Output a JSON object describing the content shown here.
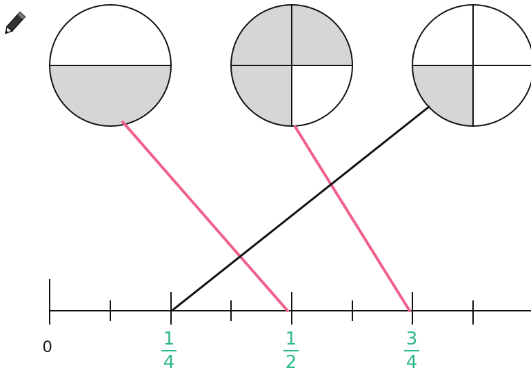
{
  "colors": {
    "shade": "#d6d6d6",
    "outline": "#111111",
    "answer_line_pink": "#f0608a",
    "answer_line_black": "#111111",
    "fraction_text": "#2db88a"
  },
  "icons": {
    "pencil": "pencil-icon"
  },
  "circles": [
    {
      "id": "half",
      "divisions": "halves",
      "shaded_parts": 1,
      "total_parts": 2
    },
    {
      "id": "three-quarters",
      "divisions": "quarters",
      "shaded_parts": 3,
      "total_parts": 4
    },
    {
      "id": "one-quarter",
      "divisions": "quarters",
      "shaded_parts": 1,
      "total_parts": 4
    }
  ],
  "number_line": {
    "start_label": "0",
    "fraction_labels": [
      {
        "numerator": "1",
        "denominator": "4"
      },
      {
        "numerator": "1",
        "denominator": "2"
      },
      {
        "numerator": "3",
        "denominator": "4"
      }
    ]
  },
  "matches": [
    {
      "circle": "half",
      "label": "1/2",
      "color": "pink"
    },
    {
      "circle": "three-quarters",
      "label": "3/4",
      "color": "pink"
    },
    {
      "circle": "one-quarter",
      "label": "1/4",
      "color": "black"
    }
  ]
}
